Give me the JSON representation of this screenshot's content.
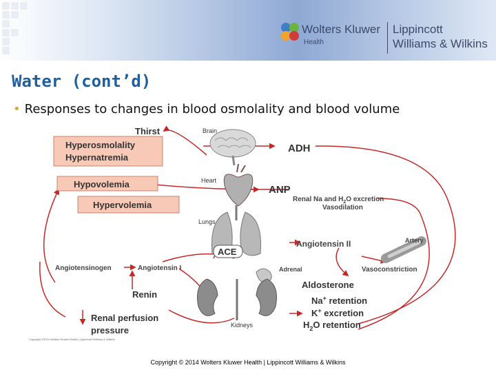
{
  "header": {
    "brand_main": "Wolters Kluwer",
    "brand_sub": "Health",
    "brand_lww_line1": "Lippincott",
    "brand_lww_line2": "Williams & Wilkins",
    "logo_icon": "wk-logo-icon",
    "colors": {
      "band": "#8fa9d4",
      "title": "#1f5f9e",
      "bullet": "#d7a83b",
      "arrow": "#c62828",
      "box_fill": "#f7c9b6"
    }
  },
  "slide": {
    "title": "Water (cont’d)",
    "bullet": "Responses to changes in blood osmolality and blood volume"
  },
  "diagram": {
    "labels": {
      "thirst": "Thirst",
      "brain": "Brain",
      "hyperosmolality": "Hyperosmolality",
      "hypernatremia": "Hypernatremia",
      "adh": "ADH",
      "heart": "Heart",
      "hypovolemia": "Hypovolemia",
      "hypervolemia": "Hypervolemia",
      "anp": "ANP",
      "renal_na_h2o": "Renal Na and H",
      "renal_na_h2o_sub": "2",
      "renal_na_h2o_end": "O excretion",
      "vasodilation": "Vasodilation",
      "lungs": "Lungs",
      "ace": "ACE",
      "angiotensin_ii": "Angiotensin II",
      "artery": "Artery",
      "angiotensinogen": "Angiotensinogen",
      "angiotensin_i": "Angiotensin I",
      "adrenal": "Adrenal",
      "vasoconstriction": "Vasoconstriction",
      "aldosterone": "Aldosterone",
      "renin": "Renin",
      "na_retention": "Na",
      "na_retention_sup": "+",
      "na_retention_end": " retention",
      "k_excretion": "K",
      "k_excretion_sup": "+",
      "k_excretion_end": " excretion",
      "renal_perfusion": "Renal perfusion",
      "pressure": "pressure",
      "kidneys": "Kidneys",
      "h2o_retention": "H",
      "h2o_retention_sub": "2",
      "h2o_retention_end": "O retention"
    }
  },
  "footer": {
    "copyright": "Copyright © 2014 Wolters Kluwer Health | Lippincott Williams & Wilkins",
    "tiny_copyright": "Copyright ©2014 Wolters Kluwer Health | Lippincott Williams & Wilkins"
  }
}
